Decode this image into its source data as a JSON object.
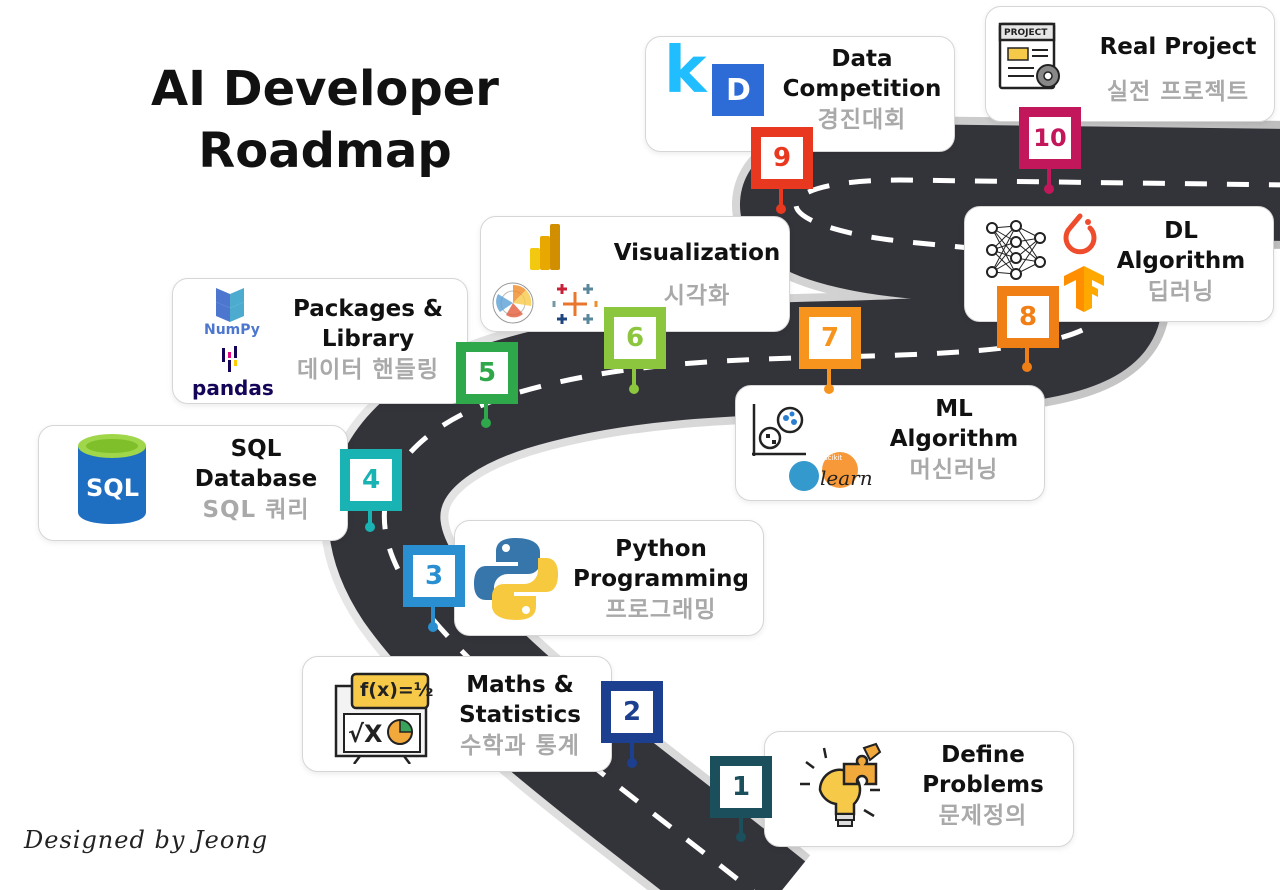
{
  "title": {
    "line1": "AI Developer",
    "line2": "Roadmap"
  },
  "signature": "Designed by Jeong",
  "steps": [
    {
      "number": "1",
      "en": [
        "Define",
        "Problems"
      ],
      "ko": "문제정의",
      "color": "#1b4f5c"
    },
    {
      "number": "2",
      "en": [
        "Maths &",
        "Statistics"
      ],
      "ko": "수학과 통계",
      "color": "#1c3f8f",
      "icon_text": "f(x)=½",
      "icon_text2": "√X"
    },
    {
      "number": "3",
      "en": [
        "Python",
        "Programming"
      ],
      "ko": "프로그래밍",
      "color": "#2a8fd0"
    },
    {
      "number": "4",
      "en": [
        "SQL",
        "Database"
      ],
      "ko": "SQL 쿼리",
      "color": "#19b3b3",
      "icon_text": "SQL"
    },
    {
      "number": "5",
      "en": [
        "Packages &",
        "Library"
      ],
      "ko": "데이터 핸들링",
      "color": "#2ea84a",
      "logo1": "NumPy",
      "logo2": "pandas"
    },
    {
      "number": "6",
      "en": [
        "Visualization"
      ],
      "ko": "시각화",
      "color": "#8cc63f"
    },
    {
      "number": "7",
      "en": [
        "ML",
        "Algorithm"
      ],
      "ko": "머신러닝",
      "color": "#f7941d",
      "logo_small": "scikit",
      "logo": "learn"
    },
    {
      "number": "8",
      "en": [
        "DL",
        "Algorithm"
      ],
      "ko": "딥러닝",
      "color": "#f07f16"
    },
    {
      "number": "9",
      "en": [
        "Data",
        "Competition"
      ],
      "ko": "경진대회",
      "color": "#e8381f",
      "logo1": "k",
      "logo2": "D"
    },
    {
      "number": "10",
      "en": [
        "Real Project"
      ],
      "ko": "실전 프로젝트",
      "color": "#c2185b",
      "icon_text": "PROJECT"
    }
  ],
  "colors": {
    "road": "#33333a",
    "road_edge": "#c8c8c8",
    "lane": "#ffffff"
  }
}
